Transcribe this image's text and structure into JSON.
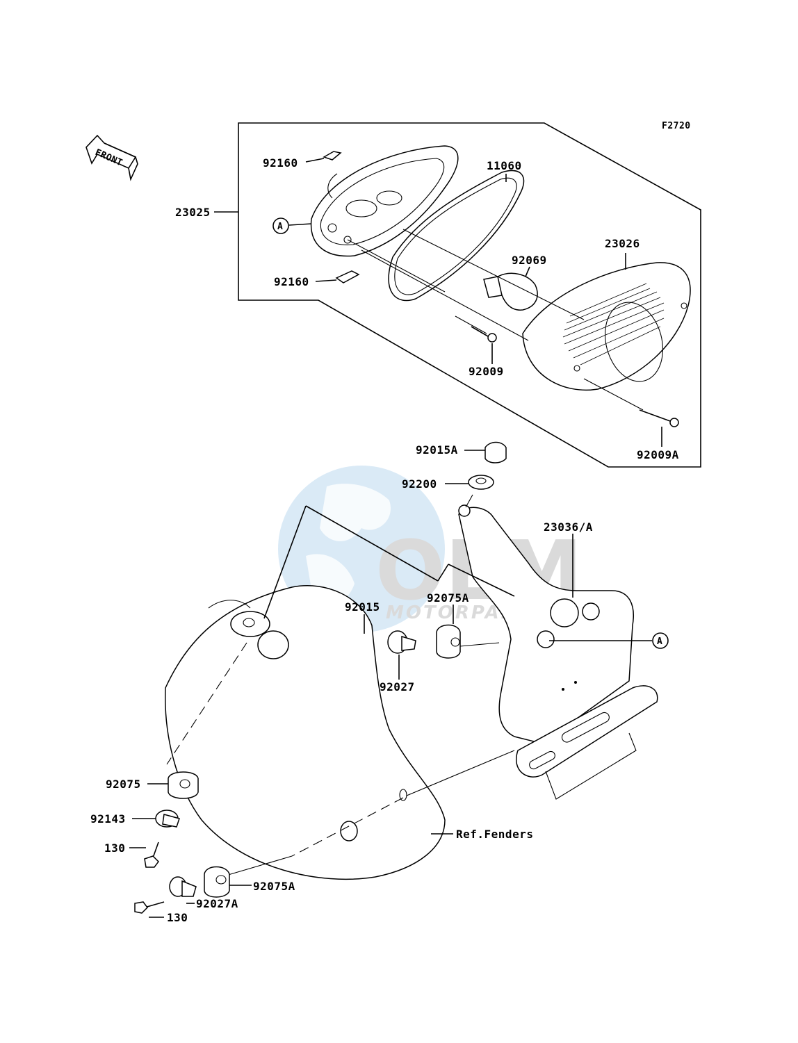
{
  "figure_code": "F2720",
  "front_label": "FRONT",
  "callout_marker": "A",
  "parts": {
    "p23025": "23025",
    "p92160_top": "92160",
    "p92160_bottom": "92160",
    "p11060": "11060",
    "p23026": "23026",
    "p92069": "92069",
    "p92009": "92009",
    "p92009A": "92009A",
    "p92015A": "92015A",
    "p92200": "92200",
    "p23036A": "23036/A",
    "p92075A_top": "92075A",
    "p92015": "92015",
    "p92027": "92027",
    "p92075": "92075",
    "p92143": "92143",
    "p130_top": "130",
    "p130_bottom": "130",
    "p92075A_bottom": "92075A",
    "p92027A": "92027A",
    "ref_fenders": "Ref.Fenders"
  },
  "watermark": {
    "main": "OEM",
    "sub": "MOTORPARTS",
    "colors": {
      "globe": "#cfe3f3",
      "text": "#d9d9d9"
    }
  }
}
